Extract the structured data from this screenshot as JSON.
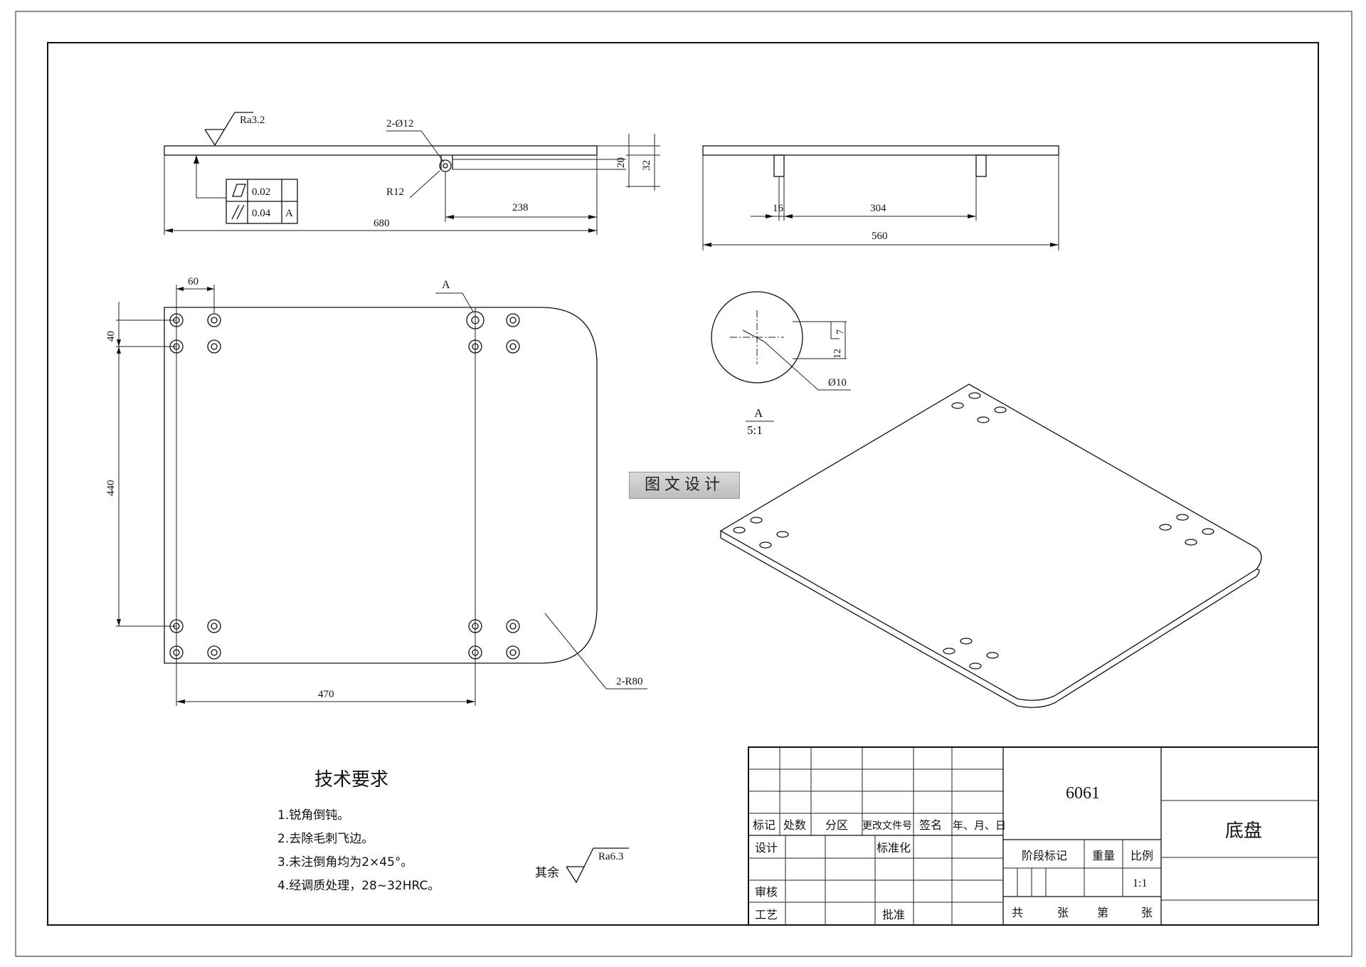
{
  "top_view": {
    "roughness": "Ra3.2",
    "hole_callout": "2-Ø12",
    "radius_callout": "R12",
    "flatness_value": "0.02",
    "parallelism_value": "0.04",
    "datum": "A",
    "dim_length": "680",
    "dim_hole_offset": "238",
    "dim_thickness": "20",
    "dim_height": "32"
  },
  "side_view": {
    "dim_pin": "16",
    "dim_spacing": "304",
    "dim_width": "560"
  },
  "plan_view": {
    "dim_top": "60",
    "dim_left_small": "40",
    "dim_left_large": "440",
    "dim_bottom": "470",
    "radius_callout": "2-R80",
    "detail_marker": "A"
  },
  "detail_view": {
    "dim_counterbore": "7",
    "dim_depth": "12",
    "dim_diameter": "Ø10",
    "label": "A",
    "scale": "5:1"
  },
  "watermark": "图文设计",
  "tech_requirements": {
    "title": "技术要求",
    "items": [
      "1.锐角倒钝。",
      "2.去除毛刺飞边。",
      "3.未注倒角均为2×45°。",
      "4.经调质处理，28~32HRC。"
    ],
    "other_label": "其余",
    "other_roughness": "Ra6.3"
  },
  "title_block": {
    "material": "6061",
    "part_name": "底盘",
    "headers": [
      "标记",
      "处数",
      "分区",
      "更改文件号",
      "签名",
      "年、月、日"
    ],
    "design": "设计",
    "standardize": "标准化",
    "review": "审核",
    "process": "工艺",
    "approve": "批准",
    "stage_mark": "阶段标记",
    "weight": "重量",
    "scale_label": "比例",
    "scale_value": "1:1",
    "total": "共",
    "sheets": "张",
    "page": "第",
    "sheets2": "张"
  }
}
